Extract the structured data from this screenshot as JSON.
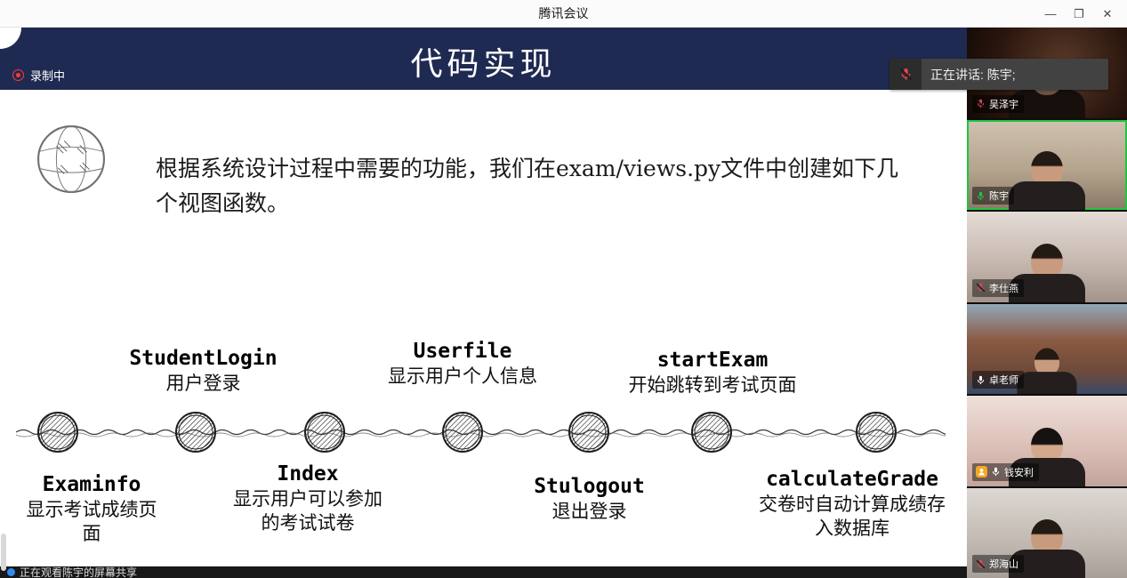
{
  "window": {
    "title": "腾讯会议",
    "minimize": "—",
    "maximize": "❐",
    "close": "✕"
  },
  "slide": {
    "recording_label": "录制中",
    "title": "代码实现",
    "paragraph": "根据系统设计过程中需要的功能，我们在exam/views.py文件中创建如下几个视图函数。",
    "functions": [
      {
        "name": "Examinfo",
        "desc": "显示考试成绩页面"
      },
      {
        "name": "StudentLogin",
        "desc": "用户登录"
      },
      {
        "name": "Index",
        "desc": "显示用户可以参加的考试试卷"
      },
      {
        "name": "Userfile",
        "desc": "显示用户个人信息"
      },
      {
        "name": "Stulogout",
        "desc": "退出登录"
      },
      {
        "name": "startExam",
        "desc": "开始跳转到考试页面"
      },
      {
        "name": "calculateGrade",
        "desc": "交卷时自动计算成绩存入数据库"
      }
    ]
  },
  "speaking_banner": {
    "label": "正在讲话: 陈宇;"
  },
  "participants": [
    {
      "name": "吴泽宇",
      "mic": "muted",
      "speaking": false,
      "badge": false
    },
    {
      "name": "陈宇",
      "mic": "on",
      "speaking": true,
      "badge": false
    },
    {
      "name": "李仕燕",
      "mic": "muted",
      "speaking": false,
      "badge": false
    },
    {
      "name": "卓老师",
      "mic": "on",
      "speaking": false,
      "badge": false
    },
    {
      "name": "钱安利",
      "mic": "on",
      "speaking": false,
      "badge": true
    },
    {
      "name": "郑海山",
      "mic": "muted",
      "speaking": false,
      "badge": false
    }
  ],
  "bottom_bar": {
    "text": "正在观看陈宇的屏幕共享"
  },
  "colors": {
    "accent_green": "#23c343",
    "muted_red": "#e64552",
    "header_navy": "#1f2a52",
    "record_red": "#ff3b30"
  }
}
